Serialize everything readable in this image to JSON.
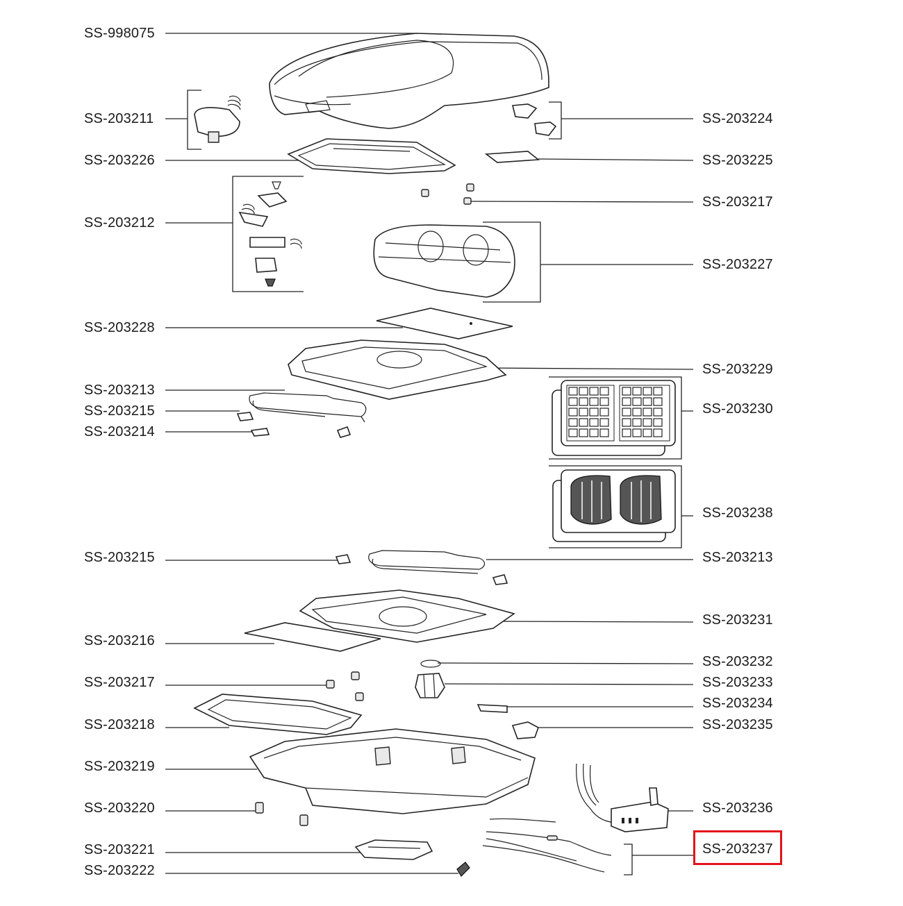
{
  "diagram": {
    "highlight": {
      "part": "SS-203237",
      "color": "#e3121b"
    },
    "labels_left": [
      "SS-998075",
      "SS-203211",
      "SS-203226",
      "SS-203212",
      "SS-203228",
      "SS-203213",
      "SS-203215",
      "SS-203214",
      "SS-203215",
      "SS-203216",
      "SS-203217",
      "SS-203218",
      "SS-203219",
      "SS-203220",
      "SS-203221",
      "SS-203222"
    ],
    "labels_right": [
      "SS-203224",
      "SS-203225",
      "SS-203217",
      "SS-203227",
      "SS-203229",
      "SS-203230",
      "SS-203238",
      "SS-203213",
      "SS-203231",
      "SS-203232",
      "SS-203233",
      "SS-203234",
      "SS-203235",
      "SS-203236",
      "SS-203237"
    ]
  }
}
